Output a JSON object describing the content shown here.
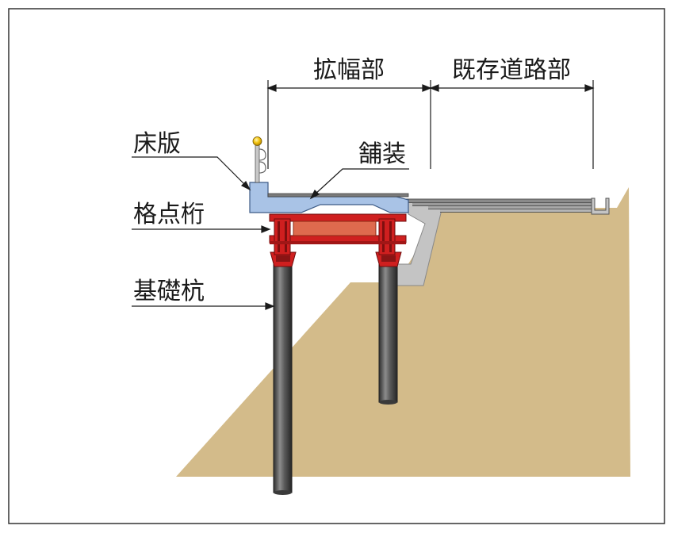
{
  "labels": {
    "slab": "床版",
    "pavement": "舗装",
    "girder": "格点桁",
    "pile": "基礎杭",
    "widened_section": "拡幅部",
    "existing_road": "既存道路部"
  },
  "colors": {
    "ground": "#d3bb8a",
    "slab": "#a9c3e6",
    "girder_red": "#cf1f1f",
    "girder_orange": "#de6a4e",
    "pile": "#4a4a4a",
    "existing_structure": "#c4c4c4",
    "frame": "#333333"
  }
}
